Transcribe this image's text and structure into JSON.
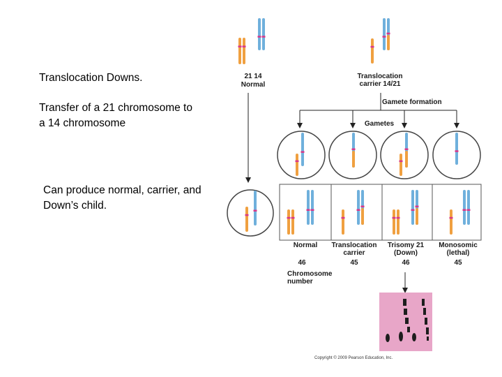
{
  "text": {
    "title": "Translocation Downs.",
    "transfer": "Transfer of a 21 chromosome to a 14 chromosome",
    "produce": "Can produce normal, carrier, and Down’s child."
  },
  "figure": {
    "parent_normal_numbers": "21    14",
    "parent_normal_label": "Normal",
    "parent_carrier_label": "Translocation carrier 14/21",
    "gamete_formation": "Gamete formation",
    "gametes": "Gametes",
    "offspring": [
      {
        "label": "Normal",
        "count": "46"
      },
      {
        "label": "Translocation carrier",
        "count": "45"
      },
      {
        "label": "Trisomy 21 (Down)",
        "count": "46"
      },
      {
        "label": "Monosomic (lethal)",
        "count": "45"
      }
    ],
    "chromosome_number": "Chromosome number",
    "copyright": "Copyright © 2009 Pearson Education, Inc."
  },
  "colors": {
    "chromosome_21": "#f0a040",
    "chromosome_14": "#6fb0dc",
    "centromere": "#d8388a",
    "karyotype_bg": "#e8a6c8"
  }
}
